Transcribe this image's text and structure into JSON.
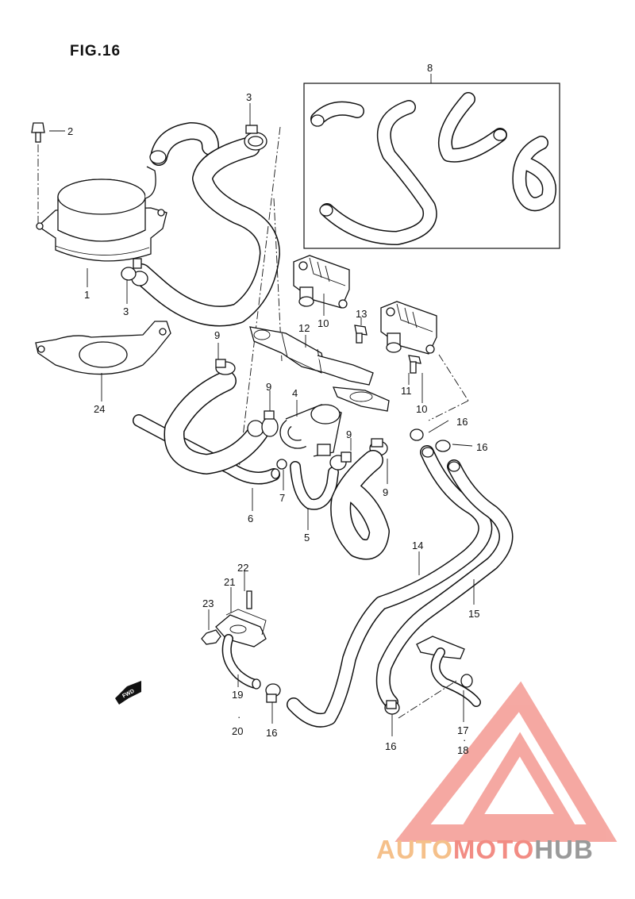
{
  "figure": {
    "title": "FIG.16"
  },
  "callouts": [
    {
      "id": "c-1",
      "text": "1"
    },
    {
      "id": "c-2",
      "text": "2"
    },
    {
      "id": "c-3a",
      "text": "3"
    },
    {
      "id": "c-3b",
      "text": "3"
    },
    {
      "id": "c-4",
      "text": "4"
    },
    {
      "id": "c-5",
      "text": "5"
    },
    {
      "id": "c-6",
      "text": "6"
    },
    {
      "id": "c-7",
      "text": "7"
    },
    {
      "id": "c-8",
      "text": "8"
    },
    {
      "id": "c-9a",
      "text": "9"
    },
    {
      "id": "c-9b",
      "text": "9"
    },
    {
      "id": "c-9c",
      "text": "9"
    },
    {
      "id": "c-9d",
      "text": "9"
    },
    {
      "id": "c-10a",
      "text": "10"
    },
    {
      "id": "c-10b",
      "text": "10"
    },
    {
      "id": "c-11",
      "text": "11"
    },
    {
      "id": "c-12",
      "text": "12"
    },
    {
      "id": "c-13",
      "text": "13"
    },
    {
      "id": "c-14",
      "text": "14"
    },
    {
      "id": "c-15",
      "text": "15"
    },
    {
      "id": "c-16a",
      "text": "16"
    },
    {
      "id": "c-16b",
      "text": "16"
    },
    {
      "id": "c-16c",
      "text": "16"
    },
    {
      "id": "c-16d",
      "text": "16"
    },
    {
      "id": "c-17",
      "text": "17"
    },
    {
      "id": "c-18",
      "text": "18"
    },
    {
      "id": "c-19",
      "text": "19"
    },
    {
      "id": "c-20",
      "text": "20"
    },
    {
      "id": "c-21",
      "text": "21"
    },
    {
      "id": "c-22",
      "text": "22"
    },
    {
      "id": "c-23",
      "text": "23"
    },
    {
      "id": "c-24",
      "text": "24"
    }
  ],
  "fwd_marker": {
    "text": "FWD"
  },
  "watermark": {
    "words": [
      {
        "text": "AUTO",
        "color": "#F5C08A"
      },
      {
        "text": "MOTO",
        "color": "#F28C84"
      },
      {
        "text": "HUB",
        "color": "#9A9A9A"
      }
    ],
    "triangle_color": "#F28C84"
  }
}
